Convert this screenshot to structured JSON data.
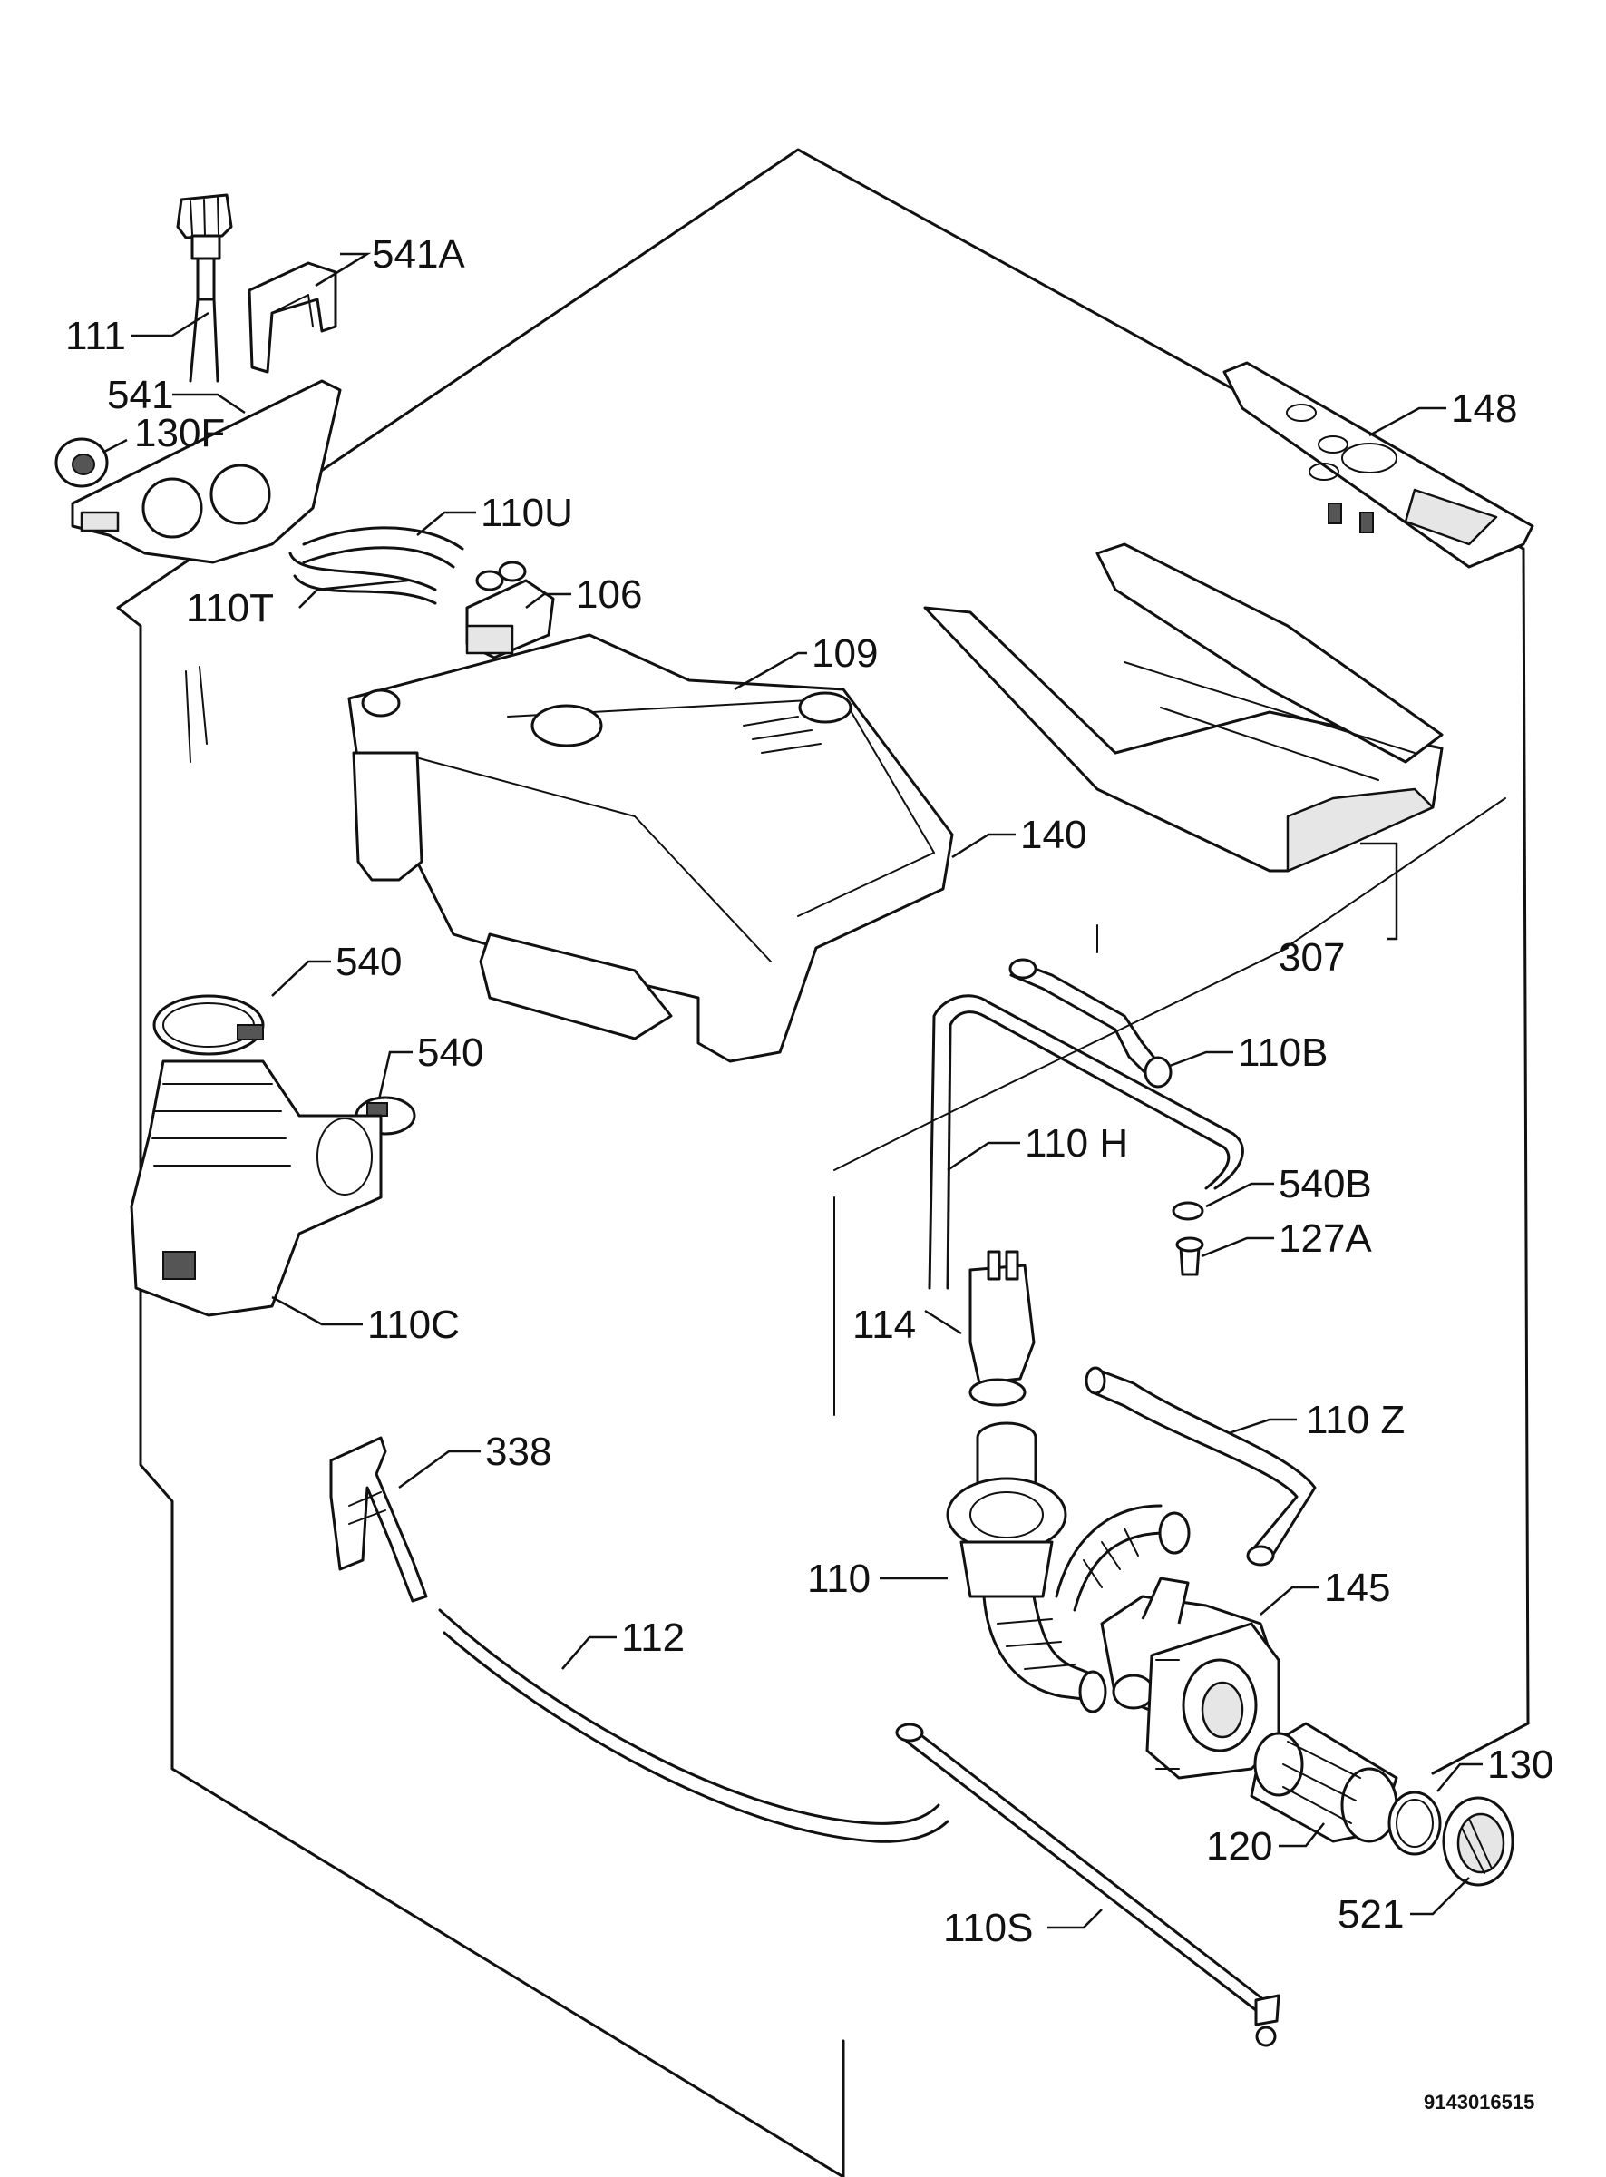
{
  "labels": {
    "l541a": "541A",
    "l111": "111",
    "l541": "541",
    "l130f": "130F",
    "l110u": "110U",
    "l110t": "110T",
    "l106": "106",
    "l109": "109",
    "l148": "148",
    "l140": "140",
    "l307": "307",
    "l540a": "540",
    "l540b": "540",
    "l110b": "110B",
    "l110h": "110 H",
    "l540bb": "540B",
    "l127a": "127A",
    "l110c": "110C",
    "l114": "114",
    "l110z": "110 Z",
    "l338": "338",
    "l110": "110",
    "l145": "145",
    "l112": "112",
    "l130": "130",
    "l120": "120",
    "l110s": "110S",
    "l521": "521"
  },
  "document_id": "9143016515"
}
